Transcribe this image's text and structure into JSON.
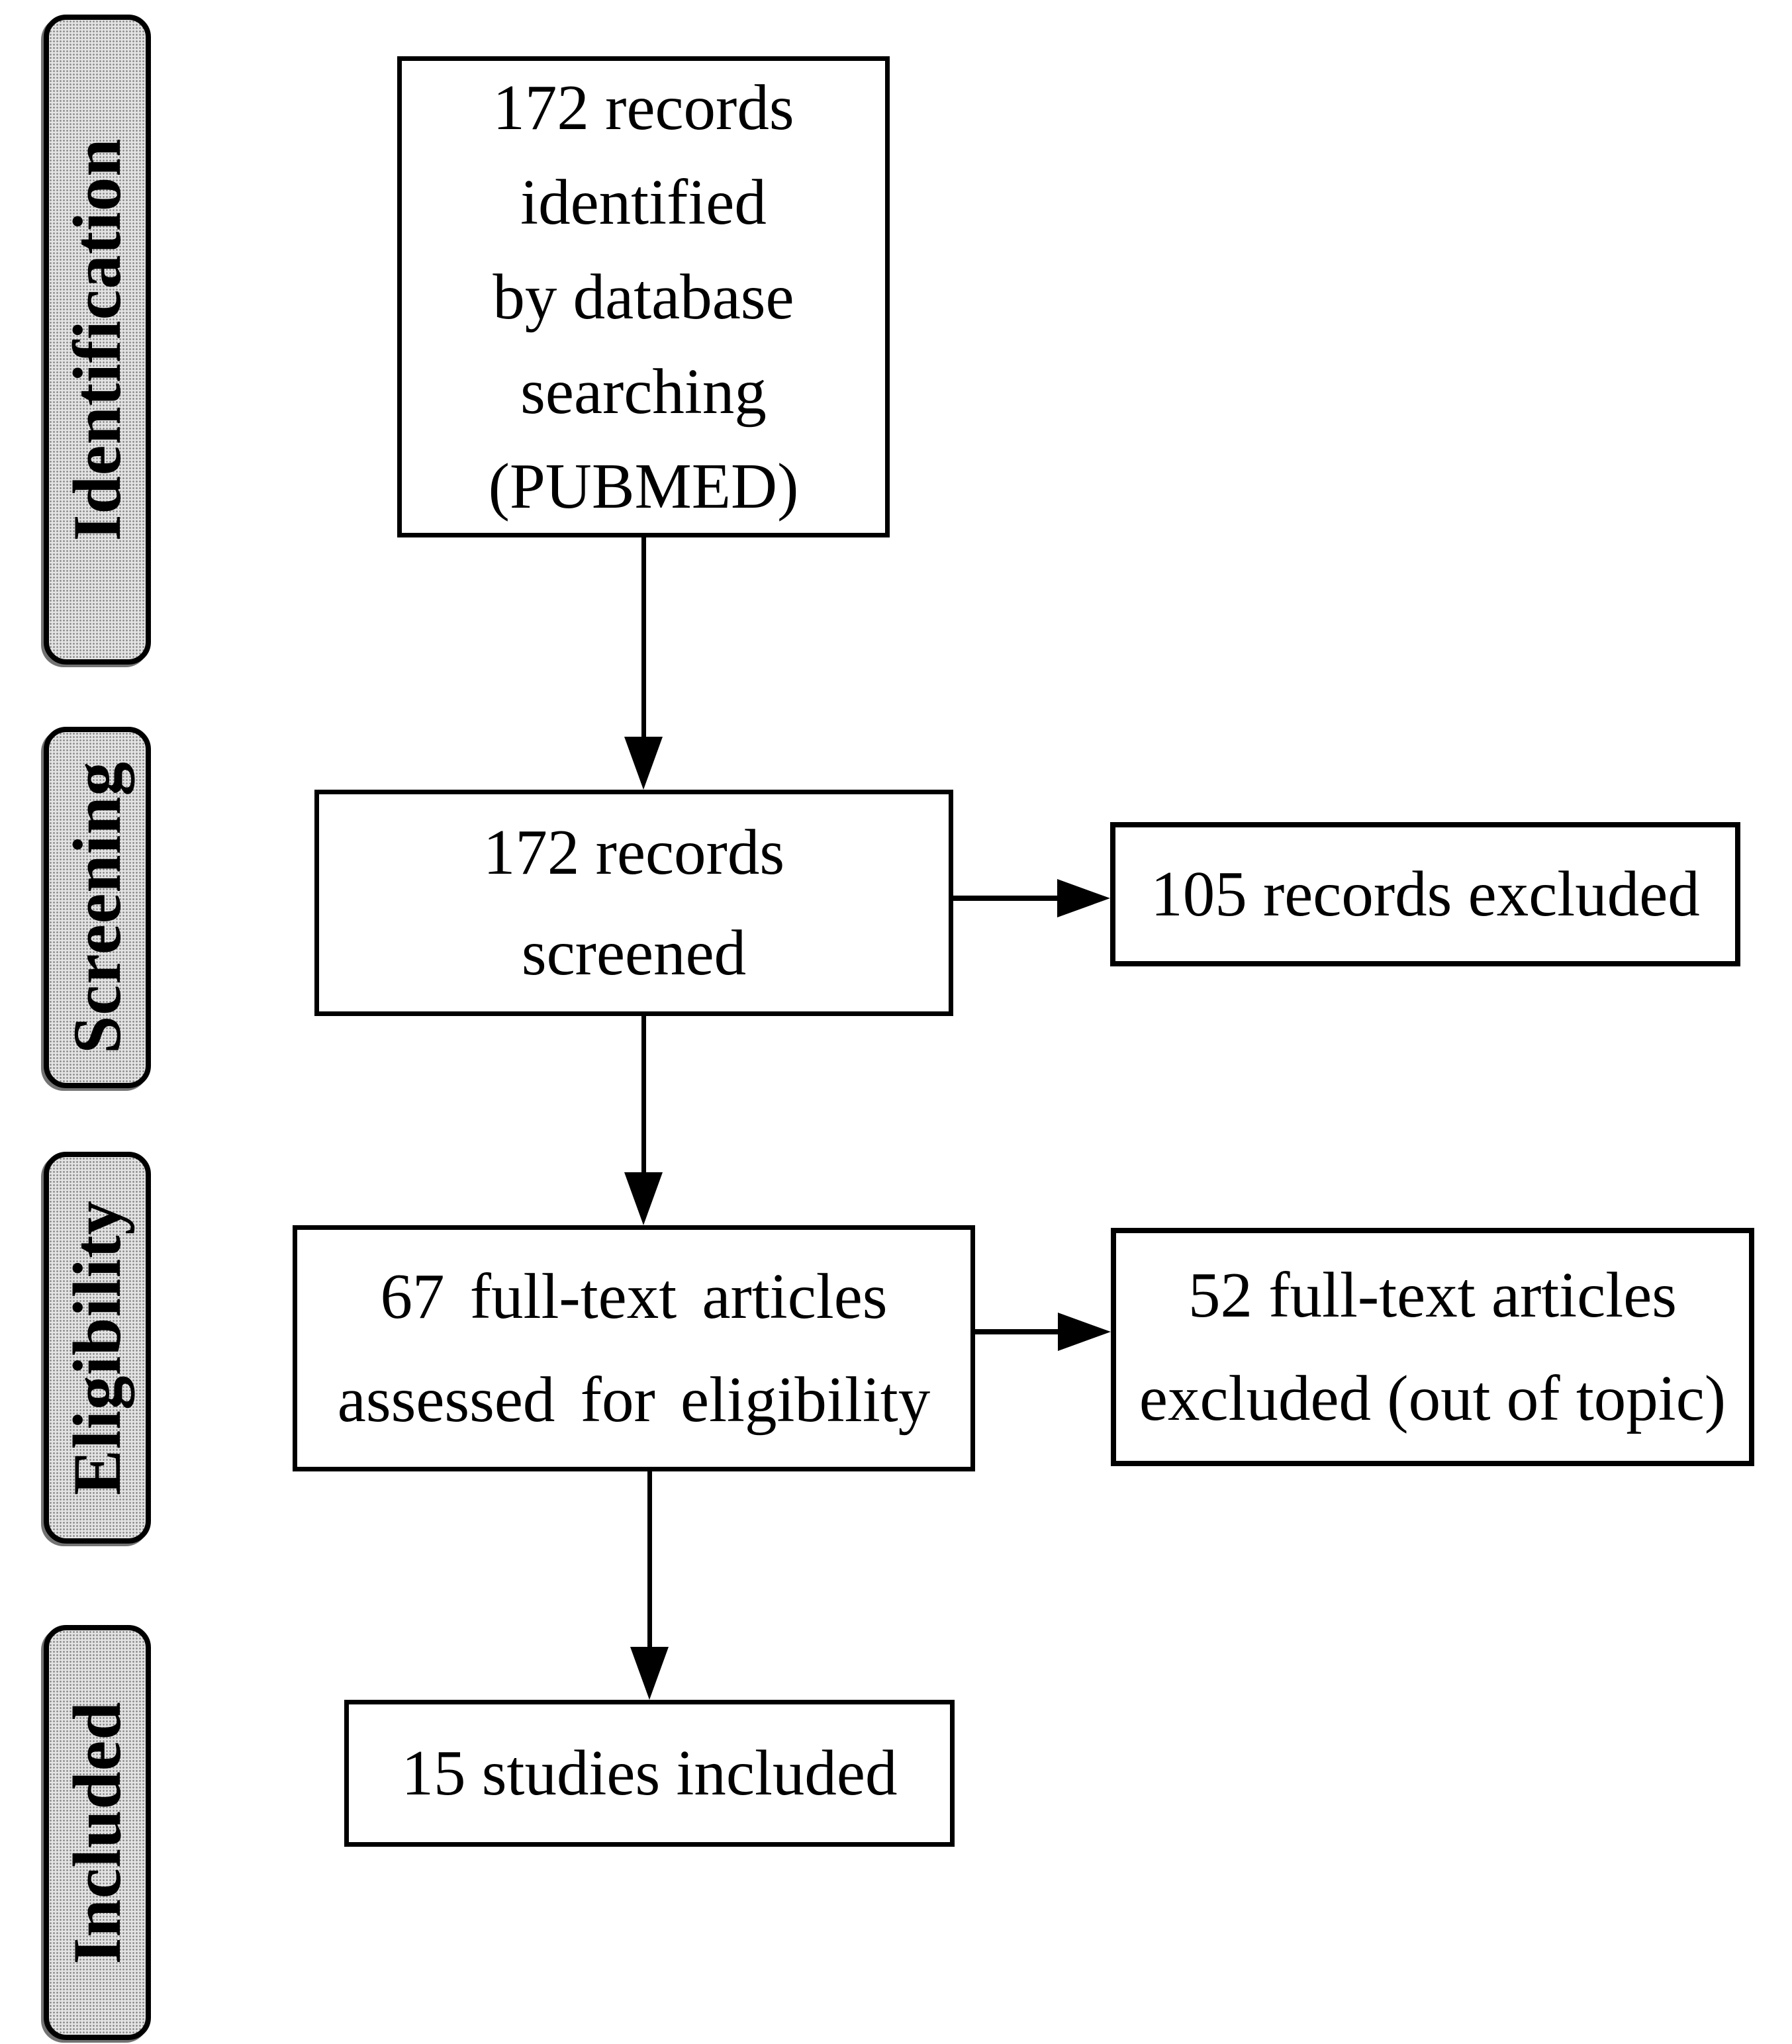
{
  "stages": {
    "identification": "Identification",
    "screening": "Screening",
    "eligibility": "Eligibility",
    "included": "Included"
  },
  "boxes": {
    "identified": {
      "lines": [
        "172 records",
        "identified",
        "by database",
        "searching",
        "(PUBMED)"
      ]
    },
    "screened": {
      "lines": [
        "172 records",
        "screened"
      ]
    },
    "records_excluded": {
      "lines": [
        "105 records excluded"
      ]
    },
    "assessed": {
      "lines": [
        "67 full-text articles",
        "assessed for eligibility"
      ]
    },
    "fulltext_excluded": {
      "lines": [
        "52 full-text articles",
        "excluded (out of topic)"
      ]
    },
    "included": {
      "lines": [
        "15 studies included"
      ]
    }
  },
  "edges": [
    {
      "from": "identified",
      "to": "screened",
      "direction": "down"
    },
    {
      "from": "screened",
      "to": "records_excluded",
      "direction": "right"
    },
    {
      "from": "screened",
      "to": "assessed",
      "direction": "down"
    },
    {
      "from": "assessed",
      "to": "fulltext_excluded",
      "direction": "right"
    },
    {
      "from": "assessed",
      "to": "included",
      "direction": "down"
    }
  ],
  "colors": {
    "background": "#ffffff",
    "line": "#000000",
    "text": "#000000",
    "stage_fill": "#d2d2d2"
  }
}
